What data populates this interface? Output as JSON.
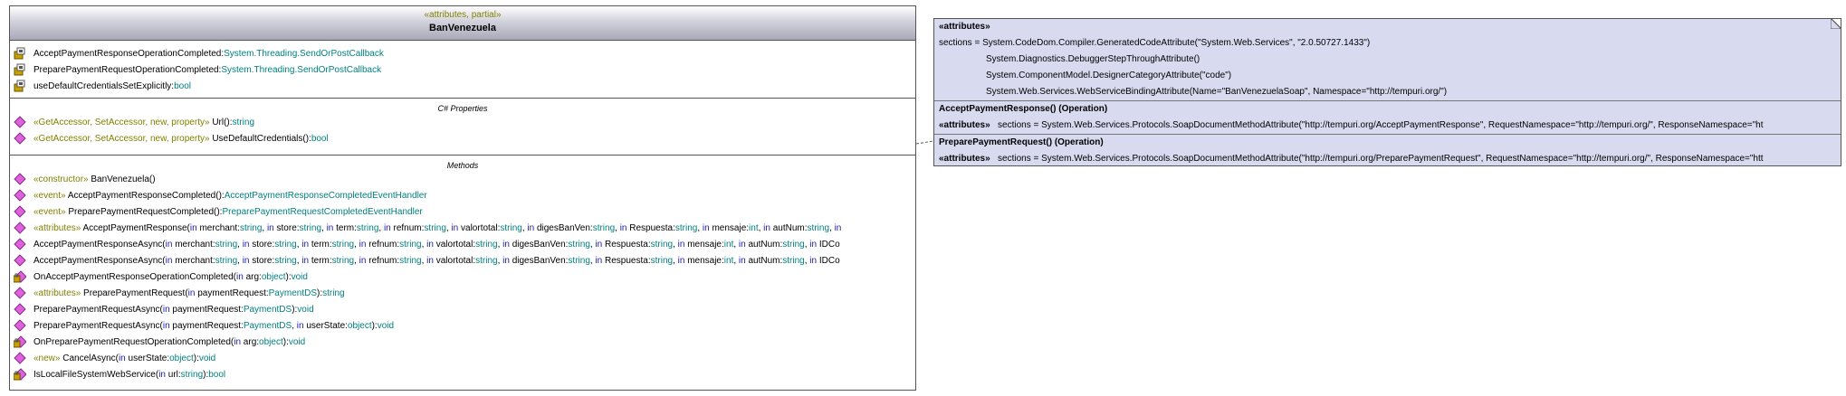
{
  "class_box": {
    "stereotype": "«attributes, partial»",
    "name": "BanVenezuela",
    "fields": [
      {
        "name": "AcceptPaymentResponseOperationCompleted:",
        "type": "System.Threading.SendOrPostCallback"
      },
      {
        "name": "PreparePaymentRequestOperationCompleted:",
        "type": "System.Threading.SendOrPostCallback"
      },
      {
        "name": "useDefaultCredentialsSetExplicitly:",
        "type": "bool"
      }
    ],
    "properties_title": "C# Properties",
    "properties": [
      {
        "kw": "«GetAccessor, SetAccessor, new, property»",
        "name": " Url():",
        "type": "string"
      },
      {
        "kw": "«GetAccessor, SetAccessor, new, property»",
        "name": " UseDefaultCredentials():",
        "type": "bool"
      }
    ],
    "methods_title": "Methods",
    "methods": [
      [
        {
          "c": "kw",
          "t": "«constructor»"
        },
        {
          "c": "cls",
          "t": " BanVenezuela()"
        }
      ],
      [
        {
          "c": "kw",
          "t": "«event»"
        },
        {
          "c": "cls",
          "t": " AcceptPaymentResponseCompleted():"
        },
        {
          "c": "type",
          "t": "AcceptPaymentResponseCompletedEventHandler"
        }
      ],
      [
        {
          "c": "kw",
          "t": "«event»"
        },
        {
          "c": "cls",
          "t": " PreparePaymentRequestCompleted():"
        },
        {
          "c": "type",
          "t": "PreparePaymentRequestCompletedEventHandler"
        }
      ],
      [
        {
          "c": "kw",
          "t": "«attributes»"
        },
        {
          "c": "cls",
          "t": " AcceptPaymentResponse("
        },
        {
          "c": "inkw",
          "t": "in"
        },
        {
          "c": "cls",
          "t": " merchant:"
        },
        {
          "c": "type",
          "t": "string"
        },
        {
          "c": "cls",
          "t": ", "
        },
        {
          "c": "inkw",
          "t": "in"
        },
        {
          "c": "cls",
          "t": " store:"
        },
        {
          "c": "type",
          "t": "string"
        },
        {
          "c": "cls",
          "t": ", "
        },
        {
          "c": "inkw",
          "t": "in"
        },
        {
          "c": "cls",
          "t": " term:"
        },
        {
          "c": "type",
          "t": "string"
        },
        {
          "c": "cls",
          "t": ", "
        },
        {
          "c": "inkw",
          "t": "in"
        },
        {
          "c": "cls",
          "t": " refnum:"
        },
        {
          "c": "type",
          "t": "string"
        },
        {
          "c": "cls",
          "t": ", "
        },
        {
          "c": "inkw",
          "t": "in"
        },
        {
          "c": "cls",
          "t": " valortotal:"
        },
        {
          "c": "type",
          "t": "string"
        },
        {
          "c": "cls",
          "t": ", "
        },
        {
          "c": "inkw",
          "t": "in"
        },
        {
          "c": "cls",
          "t": " digesBanVen:"
        },
        {
          "c": "type",
          "t": "string"
        },
        {
          "c": "cls",
          "t": ", "
        },
        {
          "c": "inkw",
          "t": "in"
        },
        {
          "c": "cls",
          "t": " Respuesta:"
        },
        {
          "c": "type",
          "t": "string"
        },
        {
          "c": "cls",
          "t": ", "
        },
        {
          "c": "inkw",
          "t": "in"
        },
        {
          "c": "cls",
          "t": " mensaje:"
        },
        {
          "c": "type",
          "t": "int"
        },
        {
          "c": "cls",
          "t": ", "
        },
        {
          "c": "inkw",
          "t": "in"
        },
        {
          "c": "cls",
          "t": " autNum:"
        },
        {
          "c": "type",
          "t": "string"
        },
        {
          "c": "cls",
          "t": ", "
        },
        {
          "c": "inkw",
          "t": "in"
        }
      ],
      [
        {
          "c": "cls",
          "t": "AcceptPaymentResponseAsync("
        },
        {
          "c": "inkw",
          "t": "in"
        },
        {
          "c": "cls",
          "t": " merchant:"
        },
        {
          "c": "type",
          "t": "string"
        },
        {
          "c": "cls",
          "t": ", "
        },
        {
          "c": "inkw",
          "t": "in"
        },
        {
          "c": "cls",
          "t": " store:"
        },
        {
          "c": "type",
          "t": "string"
        },
        {
          "c": "cls",
          "t": ", "
        },
        {
          "c": "inkw",
          "t": "in"
        },
        {
          "c": "cls",
          "t": " term:"
        },
        {
          "c": "type",
          "t": "string"
        },
        {
          "c": "cls",
          "t": ", "
        },
        {
          "c": "inkw",
          "t": "in"
        },
        {
          "c": "cls",
          "t": " refnum:"
        },
        {
          "c": "type",
          "t": "string"
        },
        {
          "c": "cls",
          "t": ", "
        },
        {
          "c": "inkw",
          "t": "in"
        },
        {
          "c": "cls",
          "t": " valortotal:"
        },
        {
          "c": "type",
          "t": "string"
        },
        {
          "c": "cls",
          "t": ", "
        },
        {
          "c": "inkw",
          "t": "in"
        },
        {
          "c": "cls",
          "t": " digesBanVen:"
        },
        {
          "c": "type",
          "t": "string"
        },
        {
          "c": "cls",
          "t": ", "
        },
        {
          "c": "inkw",
          "t": "in"
        },
        {
          "c": "cls",
          "t": " Respuesta:"
        },
        {
          "c": "type",
          "t": "string"
        },
        {
          "c": "cls",
          "t": ", "
        },
        {
          "c": "inkw",
          "t": "in"
        },
        {
          "c": "cls",
          "t": " mensaje:"
        },
        {
          "c": "type",
          "t": "int"
        },
        {
          "c": "cls",
          "t": ", "
        },
        {
          "c": "inkw",
          "t": "in"
        },
        {
          "c": "cls",
          "t": " autNum:"
        },
        {
          "c": "type",
          "t": "string"
        },
        {
          "c": "cls",
          "t": ", "
        },
        {
          "c": "inkw",
          "t": "in"
        },
        {
          "c": "cls",
          "t": " IDCo"
        }
      ],
      [
        {
          "c": "cls",
          "t": "AcceptPaymentResponseAsync("
        },
        {
          "c": "inkw",
          "t": "in"
        },
        {
          "c": "cls",
          "t": " merchant:"
        },
        {
          "c": "type",
          "t": "string"
        },
        {
          "c": "cls",
          "t": ", "
        },
        {
          "c": "inkw",
          "t": "in"
        },
        {
          "c": "cls",
          "t": " store:"
        },
        {
          "c": "type",
          "t": "string"
        },
        {
          "c": "cls",
          "t": ", "
        },
        {
          "c": "inkw",
          "t": "in"
        },
        {
          "c": "cls",
          "t": " term:"
        },
        {
          "c": "type",
          "t": "string"
        },
        {
          "c": "cls",
          "t": ", "
        },
        {
          "c": "inkw",
          "t": "in"
        },
        {
          "c": "cls",
          "t": " refnum:"
        },
        {
          "c": "type",
          "t": "string"
        },
        {
          "c": "cls",
          "t": ", "
        },
        {
          "c": "inkw",
          "t": "in"
        },
        {
          "c": "cls",
          "t": " valortotal:"
        },
        {
          "c": "type",
          "t": "string"
        },
        {
          "c": "cls",
          "t": ", "
        },
        {
          "c": "inkw",
          "t": "in"
        },
        {
          "c": "cls",
          "t": " digesBanVen:"
        },
        {
          "c": "type",
          "t": "string"
        },
        {
          "c": "cls",
          "t": ", "
        },
        {
          "c": "inkw",
          "t": "in"
        },
        {
          "c": "cls",
          "t": " Respuesta:"
        },
        {
          "c": "type",
          "t": "string"
        },
        {
          "c": "cls",
          "t": ", "
        },
        {
          "c": "inkw",
          "t": "in"
        },
        {
          "c": "cls",
          "t": " mensaje:"
        },
        {
          "c": "type",
          "t": "int"
        },
        {
          "c": "cls",
          "t": ", "
        },
        {
          "c": "inkw",
          "t": "in"
        },
        {
          "c": "cls",
          "t": " autNum:"
        },
        {
          "c": "type",
          "t": "string"
        },
        {
          "c": "cls",
          "t": ", "
        },
        {
          "c": "inkw",
          "t": "in"
        },
        {
          "c": "cls",
          "t": " IDCo"
        }
      ],
      [
        {
          "c": "cls",
          "t": "OnAcceptPaymentResponseOperationCompleted("
        },
        {
          "c": "inkw",
          "t": "in"
        },
        {
          "c": "cls",
          "t": " arg:"
        },
        {
          "c": "type",
          "t": "object"
        },
        {
          "c": "cls",
          "t": "):"
        },
        {
          "c": "type",
          "t": "void"
        }
      ],
      [
        {
          "c": "kw",
          "t": "«attributes»"
        },
        {
          "c": "cls",
          "t": " PreparePaymentRequest("
        },
        {
          "c": "inkw",
          "t": "in"
        },
        {
          "c": "cls",
          "t": " paymentRequest:"
        },
        {
          "c": "type",
          "t": "PaymentDS"
        },
        {
          "c": "cls",
          "t": "):"
        },
        {
          "c": "type",
          "t": "string"
        }
      ],
      [
        {
          "c": "cls",
          "t": "PreparePaymentRequestAsync("
        },
        {
          "c": "inkw",
          "t": "in"
        },
        {
          "c": "cls",
          "t": " paymentRequest:"
        },
        {
          "c": "type",
          "t": "PaymentDS"
        },
        {
          "c": "cls",
          "t": "):"
        },
        {
          "c": "type",
          "t": "void"
        }
      ],
      [
        {
          "c": "cls",
          "t": "PreparePaymentRequestAsync("
        },
        {
          "c": "inkw",
          "t": "in"
        },
        {
          "c": "cls",
          "t": " paymentRequest:"
        },
        {
          "c": "type",
          "t": "PaymentDS"
        },
        {
          "c": "cls",
          "t": ", "
        },
        {
          "c": "inkw",
          "t": "in"
        },
        {
          "c": "cls",
          "t": " userState:"
        },
        {
          "c": "type",
          "t": "object"
        },
        {
          "c": "cls",
          "t": "):"
        },
        {
          "c": "type",
          "t": "void"
        }
      ],
      [
        {
          "c": "cls",
          "t": "OnPreparePaymentRequestOperationCompleted("
        },
        {
          "c": "inkw",
          "t": "in"
        },
        {
          "c": "cls",
          "t": " arg:"
        },
        {
          "c": "type",
          "t": "object"
        },
        {
          "c": "cls",
          "t": "):"
        },
        {
          "c": "type",
          "t": "void"
        }
      ],
      [
        {
          "c": "kw",
          "t": "«new»"
        },
        {
          "c": "cls",
          "t": " CancelAsync("
        },
        {
          "c": "inkw",
          "t": "in"
        },
        {
          "c": "cls",
          "t": " userState:"
        },
        {
          "c": "type",
          "t": "object"
        },
        {
          "c": "cls",
          "t": "):"
        },
        {
          "c": "type",
          "t": "void"
        }
      ],
      [
        {
          "c": "cls",
          "t": "IsLocalFileSystemWebService("
        },
        {
          "c": "inkw",
          "t": "in"
        },
        {
          "c": "cls",
          "t": " url:"
        },
        {
          "c": "type",
          "t": "string"
        },
        {
          "c": "cls",
          "t": "):"
        },
        {
          "c": "type",
          "t": "bool"
        }
      ]
    ],
    "method_icons": [
      "public",
      "public",
      "public",
      "public",
      "public",
      "public",
      "protected",
      "public",
      "public",
      "public",
      "protected",
      "public",
      "protected"
    ]
  },
  "note": {
    "header": "«attributes»",
    "sections_label": "sections =",
    "sections": [
      "System.CodeDom.Compiler.GeneratedCodeAttribute(\"System.Web.Services\", \"2.0.50727.1433\")",
      "System.Diagnostics.DebuggerStepThroughAttribute()",
      "System.ComponentModel.DesignerCategoryAttribute(\"code\")",
      "System.Web.Services.WebServiceBindingAttribute(Name=\"BanVenezuelaSoap\", Namespace=\"http://tempuri.org/\")"
    ],
    "operations": [
      {
        "title": "AcceptPaymentResponse() (Operation)",
        "attr_label": "«attributes»",
        "attr_text": "sections = System.Web.Services.Protocols.SoapDocumentMethodAttribute(\"http://tempuri.org/AcceptPaymentResponse\", RequestNamespace=\"http://tempuri.org/\", ResponseNamespace=\"ht"
      },
      {
        "title": "PreparePaymentRequest() (Operation)",
        "attr_label": "«attributes»",
        "attr_text": "sections = System.Web.Services.Protocols.SoapDocumentMethodAttribute(\"http://tempuri.org/PreparePaymentRequest\", RequestNamespace=\"http://tempuri.org/\", ResponseNamespace=\"htt"
      }
    ]
  },
  "colors": {
    "stereotype": "#808000",
    "type": "#008080",
    "in_keyword": "#1a1aa6",
    "note_bg": "#d8daf0",
    "method_icon": "#e060e0",
    "field_icon": "#c8a000"
  }
}
